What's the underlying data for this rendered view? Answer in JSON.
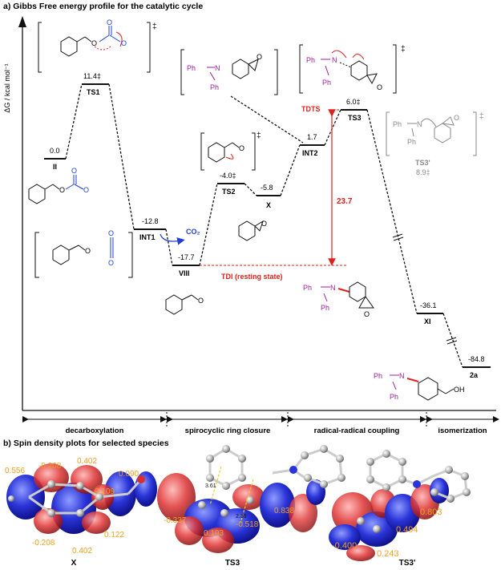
{
  "panel_a": {
    "title": "a) Gibbs Free energy profile for the catalytic cycle",
    "yaxis_label": "ΔG / kcal mol⁻¹",
    "states": [
      {
        "id": "II",
        "value": "0.0",
        "name": "II"
      },
      {
        "id": "TS1",
        "value": "11.4‡",
        "name": "TS1"
      },
      {
        "id": "INT1",
        "value": "-12.8",
        "name": "INT1"
      },
      {
        "id": "VIII",
        "value": "-17.7",
        "name": "VIII"
      },
      {
        "id": "TS2",
        "value": "-4.0‡",
        "name": "TS2"
      },
      {
        "id": "X",
        "value": "-5.8",
        "name": "X"
      },
      {
        "id": "INT2",
        "value": "1.7",
        "name": "INT2"
      },
      {
        "id": "TS3",
        "value": "6.0‡",
        "name": "TS3"
      },
      {
        "id": "XI",
        "value": "-36.1",
        "name": "XI"
      },
      {
        "id": "2a",
        "value": "-84.8",
        "name": "2a"
      }
    ],
    "ts3prime": {
      "name": "TS3'",
      "value": "8.9‡"
    },
    "tdts_label": "TDTS",
    "tdi_label": "TDI (resting state)",
    "span_value": "23.7",
    "co2_label": "CO₂",
    "dagger": "‡",
    "ph": "Ph",
    "n_atom": "N",
    "o_atom": "O",
    "oh": "OH",
    "stages": [
      "decarboxylation",
      "spirocyclic ring closure",
      "radical-radical coupling",
      "isomerization"
    ],
    "colors": {
      "red": "#e0201b",
      "blue": "#1f3fd6",
      "purple": "#9b1f9b",
      "gray": "#8a8a8a"
    }
  },
  "panel_b": {
    "title": "b) Spin density plots for selected species",
    "X": {
      "label": "X",
      "values": [
        "0.556",
        "-0.208",
        "0.402",
        "0.090",
        "0.109",
        "-0.208",
        "0.402",
        "0.122"
      ]
    },
    "TS3": {
      "label": "TS3",
      "values": [
        "3.61",
        "2.39",
        "-0.337",
        "-0.518",
        "0.193",
        "0.838"
      ]
    },
    "TS3p": {
      "label": "TS3'",
      "values": [
        "0.803",
        "0.494",
        "-0.400",
        "0.243"
      ]
    }
  }
}
